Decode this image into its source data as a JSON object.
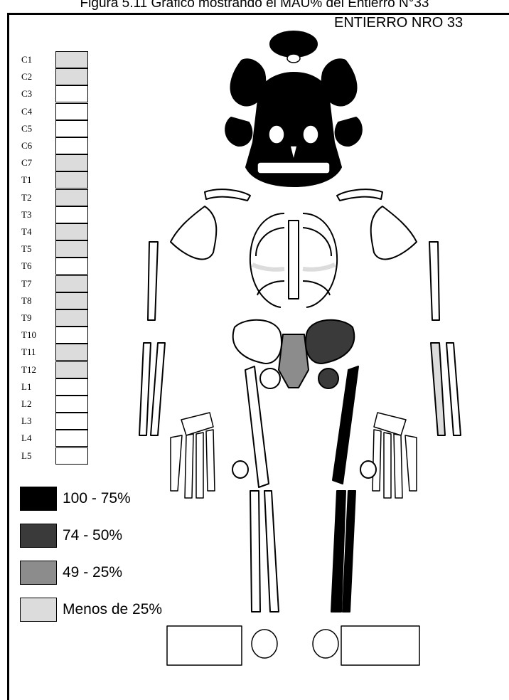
{
  "caption": "Figura 5.11 Gráfico mostrando el MAU% del Entierro N°33",
  "header": "ENTIERRO NRO 33",
  "colors": {
    "100-75": "#000000",
    "74-50": "#3a3a3a",
    "49-25": "#8c8c8c",
    "lt25": "#dcdcdc",
    "none": "#ffffff"
  },
  "vertebrae": [
    {
      "label": "C1",
      "level": "lt25"
    },
    {
      "label": "C2",
      "level": "lt25"
    },
    {
      "label": "C3",
      "level": "none"
    },
    {
      "label": "C4",
      "level": "none"
    },
    {
      "label": "C5",
      "level": "none"
    },
    {
      "label": "C6",
      "level": "none"
    },
    {
      "label": "C7",
      "level": "lt25"
    },
    {
      "label": "T1",
      "level": "lt25"
    },
    {
      "label": "T2",
      "level": "lt25"
    },
    {
      "label": "T3",
      "level": "none"
    },
    {
      "label": "T4",
      "level": "lt25"
    },
    {
      "label": "T5",
      "level": "lt25"
    },
    {
      "label": "T6",
      "level": "none"
    },
    {
      "label": "T7",
      "level": "lt25"
    },
    {
      "label": "T8",
      "level": "lt25"
    },
    {
      "label": "T9",
      "level": "lt25"
    },
    {
      "label": "T10",
      "level": "none"
    },
    {
      "label": "T11",
      "level": "lt25"
    },
    {
      "label": "T12",
      "level": "lt25"
    },
    {
      "label": "L1",
      "level": "none"
    },
    {
      "label": "L2",
      "level": "none"
    },
    {
      "label": "L3",
      "level": "none"
    },
    {
      "label": "L4",
      "level": "none"
    },
    {
      "label": "L5",
      "level": "none"
    }
  ],
  "legend": [
    {
      "key": "100-75",
      "label": "100 - 75%"
    },
    {
      "key": "74-50",
      "label": "74 - 50%"
    },
    {
      "key": "49-25",
      "label": "49 - 25%"
    },
    {
      "key": "lt25",
      "label": "Menos de 25%"
    }
  ],
  "bones": {
    "skull": "100-75",
    "ribs": "lt25",
    "sacrum": "49-25",
    "right_pelvis": "74-50",
    "right_femur": "100-75",
    "right_tibia": "100-75",
    "right_fibula": "100-75",
    "right_radius": "lt25",
    "right_ulna": "none"
  }
}
